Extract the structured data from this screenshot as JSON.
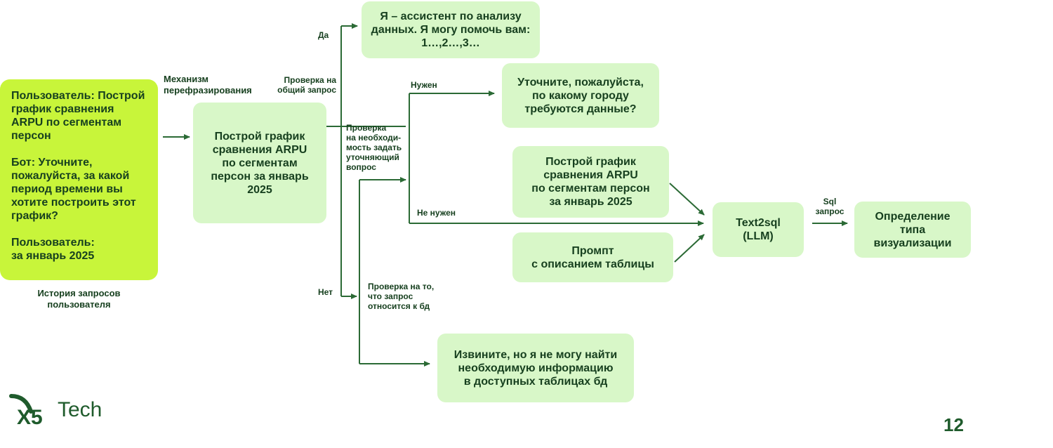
{
  "history": {
    "user_line_1": "Пользователь: Построй\nграфик сравнения\nARPU по сегментам\nперсон",
    "bot_line": "Бот: Уточните,\nпожалуйста, за какой\nпериод времени вы\nхотите построить этот\nграфик?",
    "user_line_2": "Пользователь:\nза январь 2025",
    "caption": "История запросов\nпользователя"
  },
  "labels": {
    "rephrase": "Механизм\nперефразирования",
    "check_general": "Проверка на\nобщий запрос",
    "yes": "Да",
    "no": "Нет",
    "check_clarify": "Проверка\nна необходи-\nмость задать\nуточняющий\nвопрос",
    "needed": "Нужен",
    "not_needed": "Не нужен",
    "check_db": "Проверка на то,\nчто запрос\nотносится к бд",
    "sql_query": "Sql\nзапрос"
  },
  "nodes": {
    "rephrased": "Построй график\nсравнения ARPU\nпо сегментам\nперсон за январь\n2025",
    "assistant": "Я – ассистент по анализу\nданных. Я могу помочь вам:\n1…,2…,3…",
    "clarify": "Уточните, пожалуйста,\nпо какому городу\nтребуются данные?",
    "query": "Построй график\nсравнения ARPU\nпо сегментам персон\nза январь 2025",
    "prompt": "Промпт\nс описанием таблицы",
    "text2sql": "Text2sql\n(LLM)",
    "viz": "Определение\nтипа\nвизуализации",
    "sorry": "Извините, но я не могу найти\nнеобходимую информацию\nв доступных таблицах бд"
  },
  "footer": {
    "logo_mark": "X5",
    "logo_text": "Tech",
    "page_number": "12"
  }
}
